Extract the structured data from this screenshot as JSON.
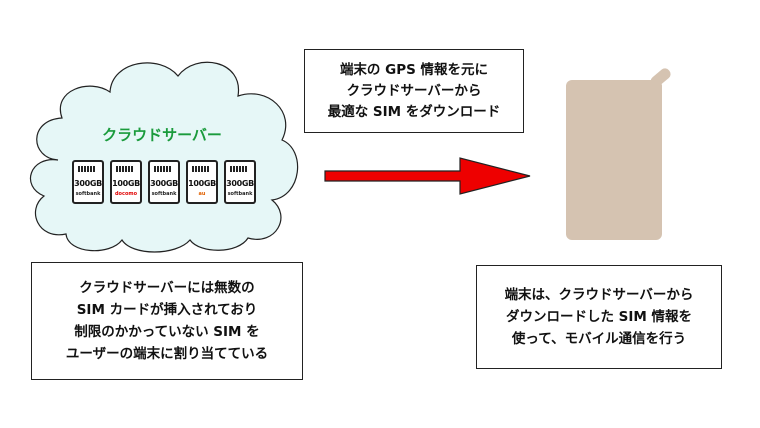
{
  "cloud": {
    "title": "クラウドサーバー",
    "sims": [
      {
        "capacity": "300GB",
        "carrier": "softbank",
        "carrier_color": "#222222"
      },
      {
        "capacity": "100GB",
        "carrier": "docomo",
        "carrier_color": "#e00000"
      },
      {
        "capacity": "300GB",
        "carrier": "softbank",
        "carrier_color": "#222222"
      },
      {
        "capacity": "100GB",
        "carrier": "au",
        "carrier_color": "#e06000"
      },
      {
        "capacity": "300GB",
        "carrier": "softbank",
        "carrier_color": "#222222"
      }
    ]
  },
  "top_box": {
    "lines": [
      "端末の GPS 情報を元に",
      "クラウドサーバーから",
      "最適な SIM をダウンロード"
    ]
  },
  "left_box": {
    "lines": [
      "クラウドサーバーには無数の",
      "SIM カードが挿入されており",
      "制限のかかっていない SIM を",
      "ユーザーの端末に割り当てている"
    ]
  },
  "right_box": {
    "lines": [
      "端末は、クラウドサーバーから",
      "ダウンロードした SIM 情報を",
      "使って、モバイル通信を行う"
    ]
  },
  "colors": {
    "cloud_fill": "#e6f7f7",
    "cloud_title": "#1a9b3c",
    "arrow": "#ee0000",
    "phone": "#d5c3b1"
  }
}
